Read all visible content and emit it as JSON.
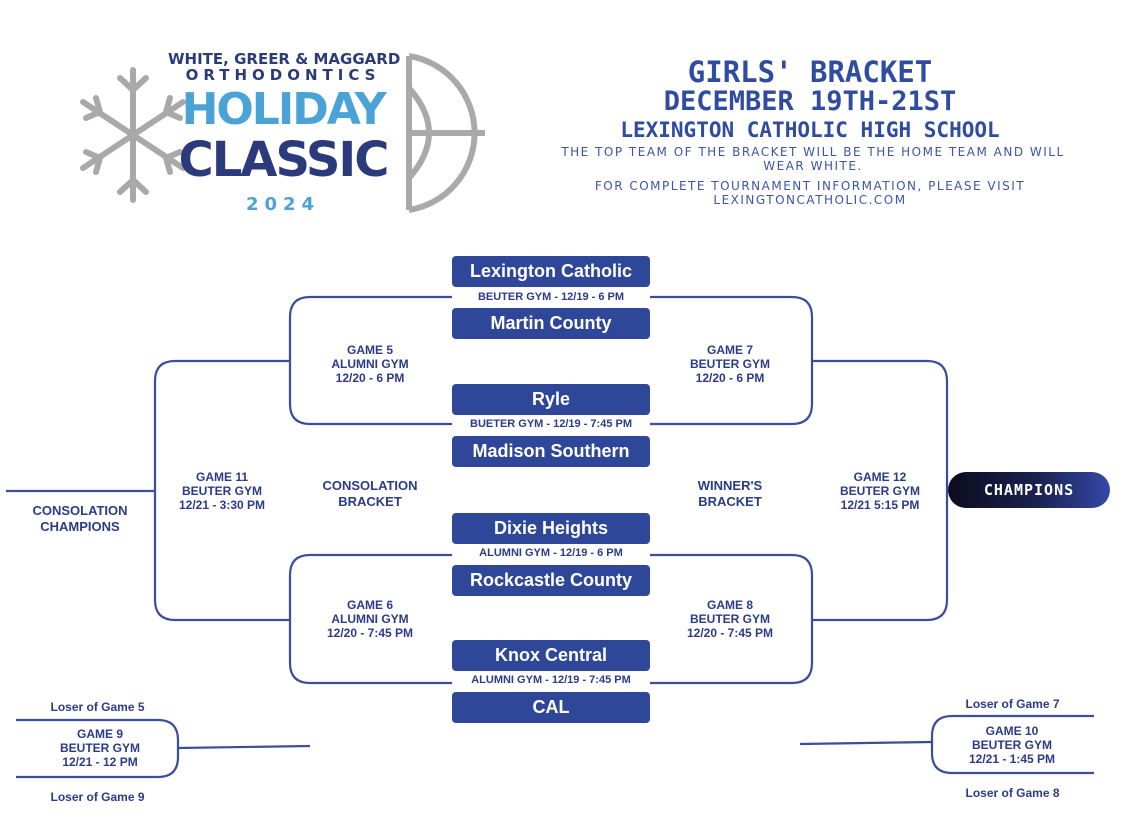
{
  "logo": {
    "line1": "WHITE, GREER & MAGGARD",
    "line2": "ORTHODONTICS",
    "line3": "HOLIDAY",
    "line4": "CLASSIC",
    "line5": "2024"
  },
  "header": {
    "title": "GIRLS' BRACKET",
    "dates": "DECEMBER 19TH-21ST",
    "location": "LEXINGTON CATHOLIC HIGH SCHOOL",
    "note1": "THE TOP TEAM OF THE BRACKET WILL BE THE HOME TEAM AND WILL WEAR WHITE.",
    "note2": "FOR COMPLETE TOURNAMENT INFORMATION, PLEASE VISIT LEXINGTONCATHOLIC.COM"
  },
  "teams": [
    "Lexington Catholic",
    "Martin County",
    "Ryle",
    "Madison Southern",
    "Dixie Heights",
    "Rockcastle County",
    "Knox Central",
    "CAL"
  ],
  "first_round": [
    "BEUTER GYM - 12/19 - 6 PM",
    "BUETER GYM - 12/19 - 7:45 PM",
    "ALUMNI GYM - 12/19 - 6 PM",
    "ALUMNI GYM - 12/19 - 7:45 PM"
  ],
  "games": {
    "g5": [
      "GAME 5",
      "ALUMNI GYM",
      "12/20 - 6 PM"
    ],
    "g6": [
      "GAME 6",
      "ALUMNI GYM",
      "12/20 - 7:45 PM"
    ],
    "g7": [
      "GAME 7",
      "BEUTER GYM",
      "12/20 - 6 PM"
    ],
    "g8": [
      "GAME 8",
      "BEUTER GYM",
      "12/20 - 7:45 PM"
    ],
    "g9": [
      "GAME 9",
      "BEUTER GYM",
      "12/21 - 12 PM"
    ],
    "g10": [
      "GAME 10",
      "BEUTER GYM",
      "12/21 - 1:45 PM"
    ],
    "g11": [
      "GAME 11",
      "BEUTER GYM",
      "12/21 - 3:30 PM"
    ],
    "g12": [
      "GAME 12",
      "BEUTER GYM",
      "12/21 5:15 PM"
    ]
  },
  "labels": {
    "consolation_bracket": [
      "CONSOLATION",
      "BRACKET"
    ],
    "winners_bracket": [
      "WINNER'S",
      "BRACKET"
    ],
    "consolation_champions": [
      "CONSOLATION",
      "CHAMPIONS"
    ],
    "champions": "CHAMPIONS",
    "loser_g5": "Loser of Game 5",
    "loser_g9": "Loser of Game 9",
    "loser_g7": "Loser of Game 7",
    "loser_g8": "Loser of Game 8"
  },
  "colors": {
    "primary": "#2f4799",
    "line": "#3a4d9e",
    "text": "#2b3b88",
    "logo_blue": "#4aa3d6",
    "logo_navy": "#2a3a7a",
    "logo_gray": "#a9a9a9"
  }
}
